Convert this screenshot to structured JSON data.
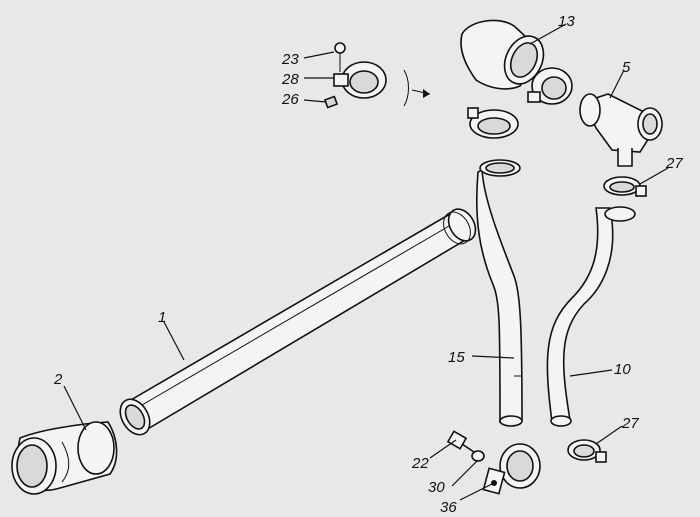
{
  "labels": {
    "l1": "1",
    "l2": "2",
    "l5": "5",
    "l10": "10",
    "l13": "13",
    "l15": "15",
    "l22": "22",
    "l23": "23",
    "l26": "26",
    "l27a": "27",
    "l27b": "27",
    "l28": "28",
    "l30": "30",
    "l36": "36"
  }
}
